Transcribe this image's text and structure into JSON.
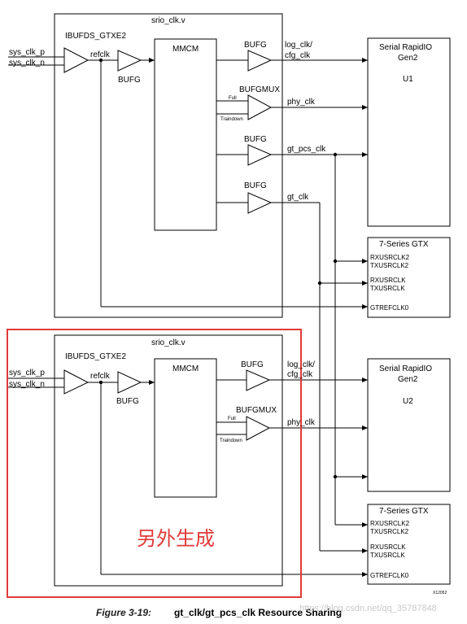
{
  "module_name": "srio_clk.v",
  "ibuf_label": "IBUFDS_GTXE2",
  "input_p": "sys_clk_p",
  "input_n": "sys_clk_n",
  "refclk_label": "refclk",
  "bufg_label": "BUFG",
  "mmcm_label": "MMCM",
  "bufgmux_label": "BUFGMUX",
  "mux_in_full": "Full",
  "mux_in_traindown": "Traindown",
  "log_clk_label_line1": "log_clk/",
  "log_clk_label_line2": "cfg_clk",
  "phy_clk_label": "phy_clk",
  "gt_pcs_clk_label": "gt_pcs_clk",
  "gt_clk_label": "gt_clk",
  "srio": {
    "title_line1": "Serial RapidIO",
    "title_line2": "Gen2",
    "u1": "U1",
    "u2": "U2"
  },
  "gtx": {
    "title": "7-Series GTX",
    "rxusrclk2": "RXUSRCLK2",
    "txusrclk2": "TXUSRCLK2",
    "rxusrclk": "RXUSRCLK",
    "txusrclk": "TXUSRCLK",
    "gtrefclk0": "GTREFCLK0"
  },
  "overlay_text": "另外生成",
  "overlay_color": "#e03a3a",
  "figure_id": "X12052",
  "caption": {
    "figure": "Figure 3-19:",
    "title": "gt_clk/gt_pcs_clk Resource Sharing"
  },
  "watermark": "https://blog.csdn.net/qq_35787848"
}
